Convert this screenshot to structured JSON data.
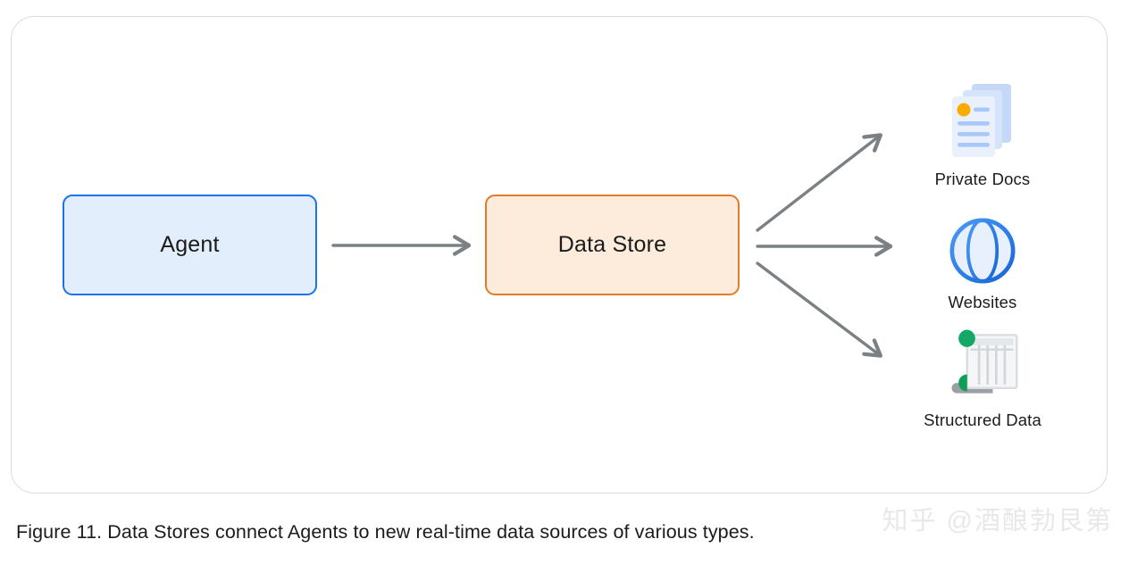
{
  "figure": {
    "caption": "Figure 11. Data Stores connect Agents to new real-time data sources of various types.",
    "watermark": "知乎 @酒酿勃艮第"
  },
  "diagram": {
    "nodes": [
      {
        "id": "agent",
        "label": "Agent",
        "fill": "#e3eefc",
        "stroke": "#1a73e8"
      },
      {
        "id": "data-store",
        "label": "Data Store",
        "fill": "#fdebdc",
        "stroke": "#e07b2a"
      }
    ],
    "arrow_color": "#7a8084",
    "arrows": [
      {
        "name": "agent-to-data-store",
        "from": "agent",
        "to": "data-store"
      },
      {
        "name": "data-store-to-private-docs",
        "from": "data-store",
        "to": "private-docs"
      },
      {
        "name": "data-store-to-websites",
        "from": "data-store",
        "to": "websites"
      },
      {
        "name": "data-store-to-structured-data",
        "from": "data-store",
        "to": "structured-data"
      }
    ],
    "sources": [
      {
        "id": "private-docs",
        "label": "Private Docs",
        "icon": "documents-stack-icon"
      },
      {
        "id": "websites",
        "label": "Websites",
        "icon": "globe-icon"
      },
      {
        "id": "structured-data",
        "label": "Structured Data",
        "icon": "spreadsheet-icon"
      }
    ]
  },
  "colors": {
    "card_border": "#dadce0",
    "agent_accent": "#1a73e8",
    "data_store_accent": "#e07b2a",
    "arrow": "#7a8084",
    "doc_paper": "#eaf1fd",
    "doc_line": "#a8c7fa",
    "doc_dot": "#f9ab00",
    "globe_blue": "#1a73e8",
    "sheet_green": "#0f9d58",
    "sheet_gray": "#d9dce0"
  }
}
